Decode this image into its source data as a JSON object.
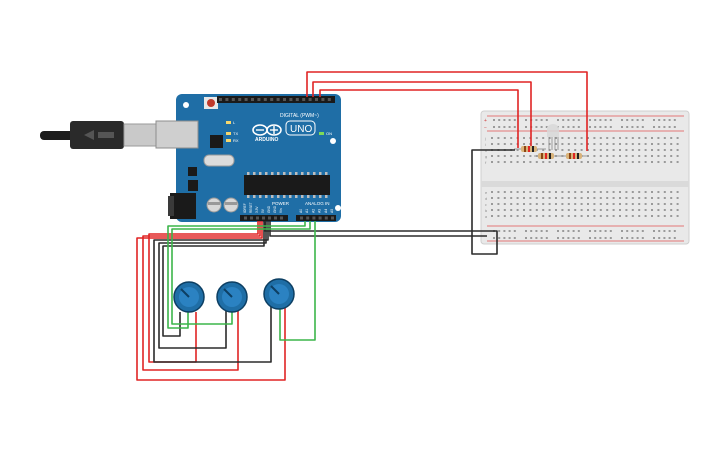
{
  "board": {
    "brand": "ARDUINO",
    "model": "UNO",
    "digital_header": "DIGITAL (PWM~)",
    "power_header": "POWER",
    "analog_header": "ANALOG IN",
    "on_label": "ON",
    "tx_label": "TX",
    "rx_label": "RX",
    "l_label": "L",
    "analog_pins": [
      "A0",
      "A1",
      "A2",
      "A3",
      "A4",
      "A5"
    ],
    "power_pins": [
      "IOREF",
      "RESET",
      "3.3V",
      "5V",
      "GND",
      "GND",
      "Vin"
    ]
  },
  "breadboard": {
    "rail_plus": "+",
    "rail_minus": "−",
    "row_letters_top": [
      "j",
      "i",
      "h",
      "g",
      "f"
    ],
    "row_letters_bottom": [
      "e",
      "d",
      "c",
      "b",
      "a"
    ]
  },
  "components": {
    "potentiometers": 3,
    "rgb_led": 1,
    "resistors": 3
  },
  "colors": {
    "board_blue": "#1f6ea6",
    "wire_red": "#e02424",
    "wire_black": "#2b2b2b",
    "wire_green": "#3cb54a",
    "pot_knob": "#1f6ea6",
    "breadboard": "#e9e9e9"
  }
}
